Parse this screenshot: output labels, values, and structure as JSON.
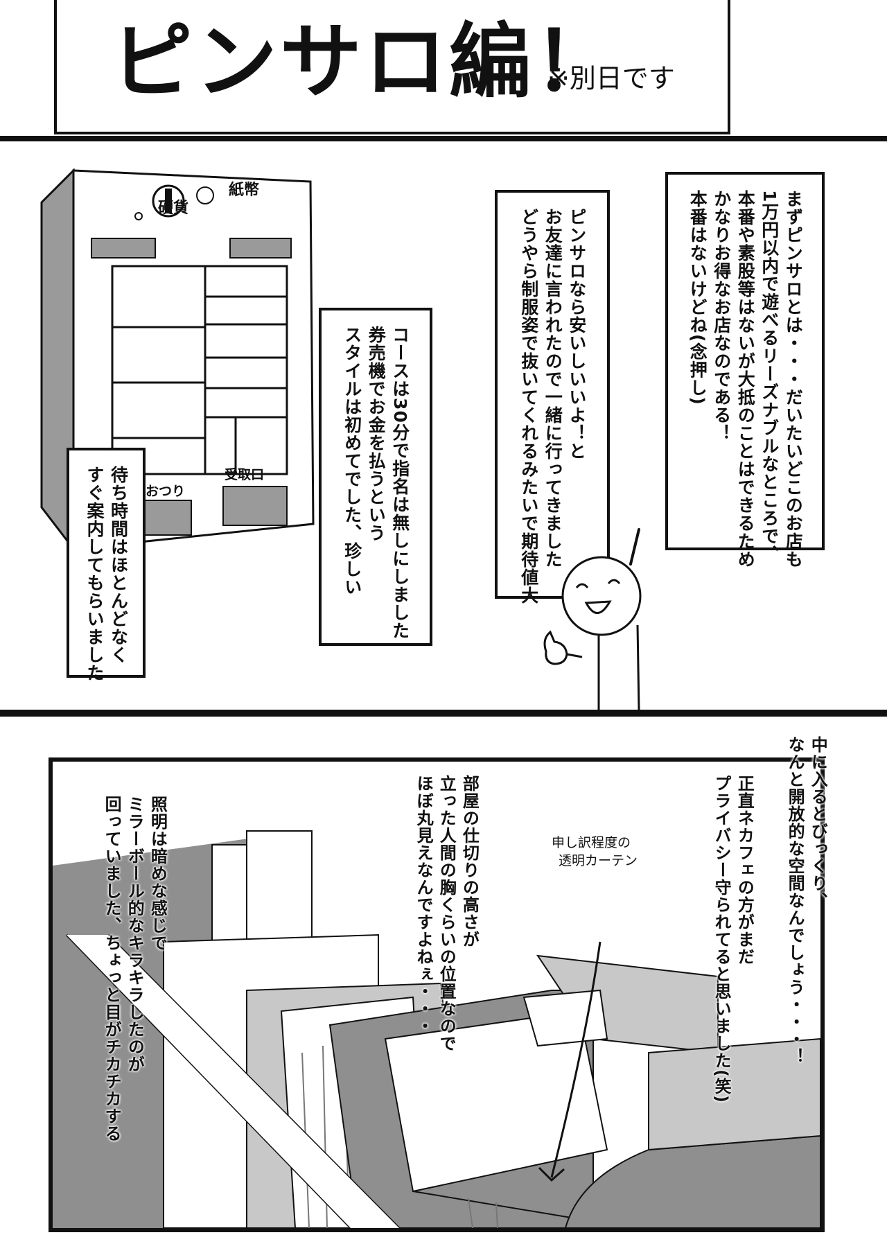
{
  "title": {
    "main": "ピンサロ編！",
    "note": "※別日です"
  },
  "panel1": {
    "machine_labels": {
      "coin": "硬貨",
      "bill": "紙幣",
      "change": "おつり",
      "receive": "受取口"
    },
    "box_intro": "まずピンサロとは・・・だいたいどこのお店も\n1万円以内で遊べるリーズナブルなところで、\n本番や素股等はないが大抵のことはできるため\nかなりお得なお店なのである！\n本番はないけどね(念押し)",
    "box_friend": "ピンサロなら安いしいいよ！と\nお友達に言われたので一緒に行ってきました\nどうやら制服姿で抜いてくれるみたいで期待値大",
    "box_course": "コースは30分で指名は無しにしました\n券売機でお金を払うという\nスタイルは初めてでした、珍しい",
    "box_wait": "待ち時間はほとんどなく\nすぐ案内してもらいました"
  },
  "panel2": {
    "text_open": "中に入るとびっくり、\nなんと開放的な空間なんでしょう・・・！",
    "text_netcafe": "正直ネカフェの方がまだ\nプライバシー守られてると思いました(笑)",
    "text_partition": "部屋の仕切りの高さが\n立った人間の胸くらいの位置なので\nほぼ丸見えなんですよねぇ・・・",
    "text_lighting": "照明は暗めな感じで\nミラーボール的なキラキラしたのが\n回っていました、ちょっと目がチカチカする",
    "curtain_label_1": "申し訳程度の",
    "curtain_label_2": "透明カーテン"
  },
  "colors": {
    "ink": "#111111",
    "panel_gray": "#8f8f8f",
    "light_gray": "#c8c8c8",
    "paper": "#ffffff"
  }
}
